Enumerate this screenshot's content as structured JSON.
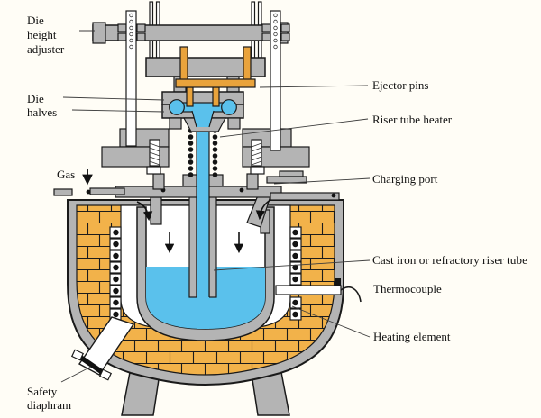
{
  "labels": {
    "die_height_adjuster": {
      "text": "Die height adjuster",
      "lines": [
        "Die",
        "height",
        "adjuster"
      ]
    },
    "die_halves": {
      "text": "Die halves",
      "lines": [
        "Die",
        "halves"
      ]
    },
    "gas": {
      "text": "Gas"
    },
    "ejector_pins": {
      "text": "Ejector pins"
    },
    "riser_tube_heater": {
      "text": "Riser tube heater"
    },
    "charging_port": {
      "text": "Charging port"
    },
    "cast_iron_riser_tube": {
      "text": "Cast iron or refractory riser tube"
    },
    "thermocouple": {
      "text": "Thermocouple"
    },
    "heating_element": {
      "text": "Heating element"
    },
    "safety_diaphram": {
      "text": "Safety diaphram",
      "lines": [
        "Safety",
        "diaphram"
      ]
    }
  },
  "colors": {
    "metal_gray": "#b4b4b4",
    "brick_gold": "#f2b24a",
    "molten_blue": "#5ac1ec",
    "pin_orange": "#e9a33c",
    "outline": "#1a1a1a",
    "background": "#fffdf6"
  }
}
